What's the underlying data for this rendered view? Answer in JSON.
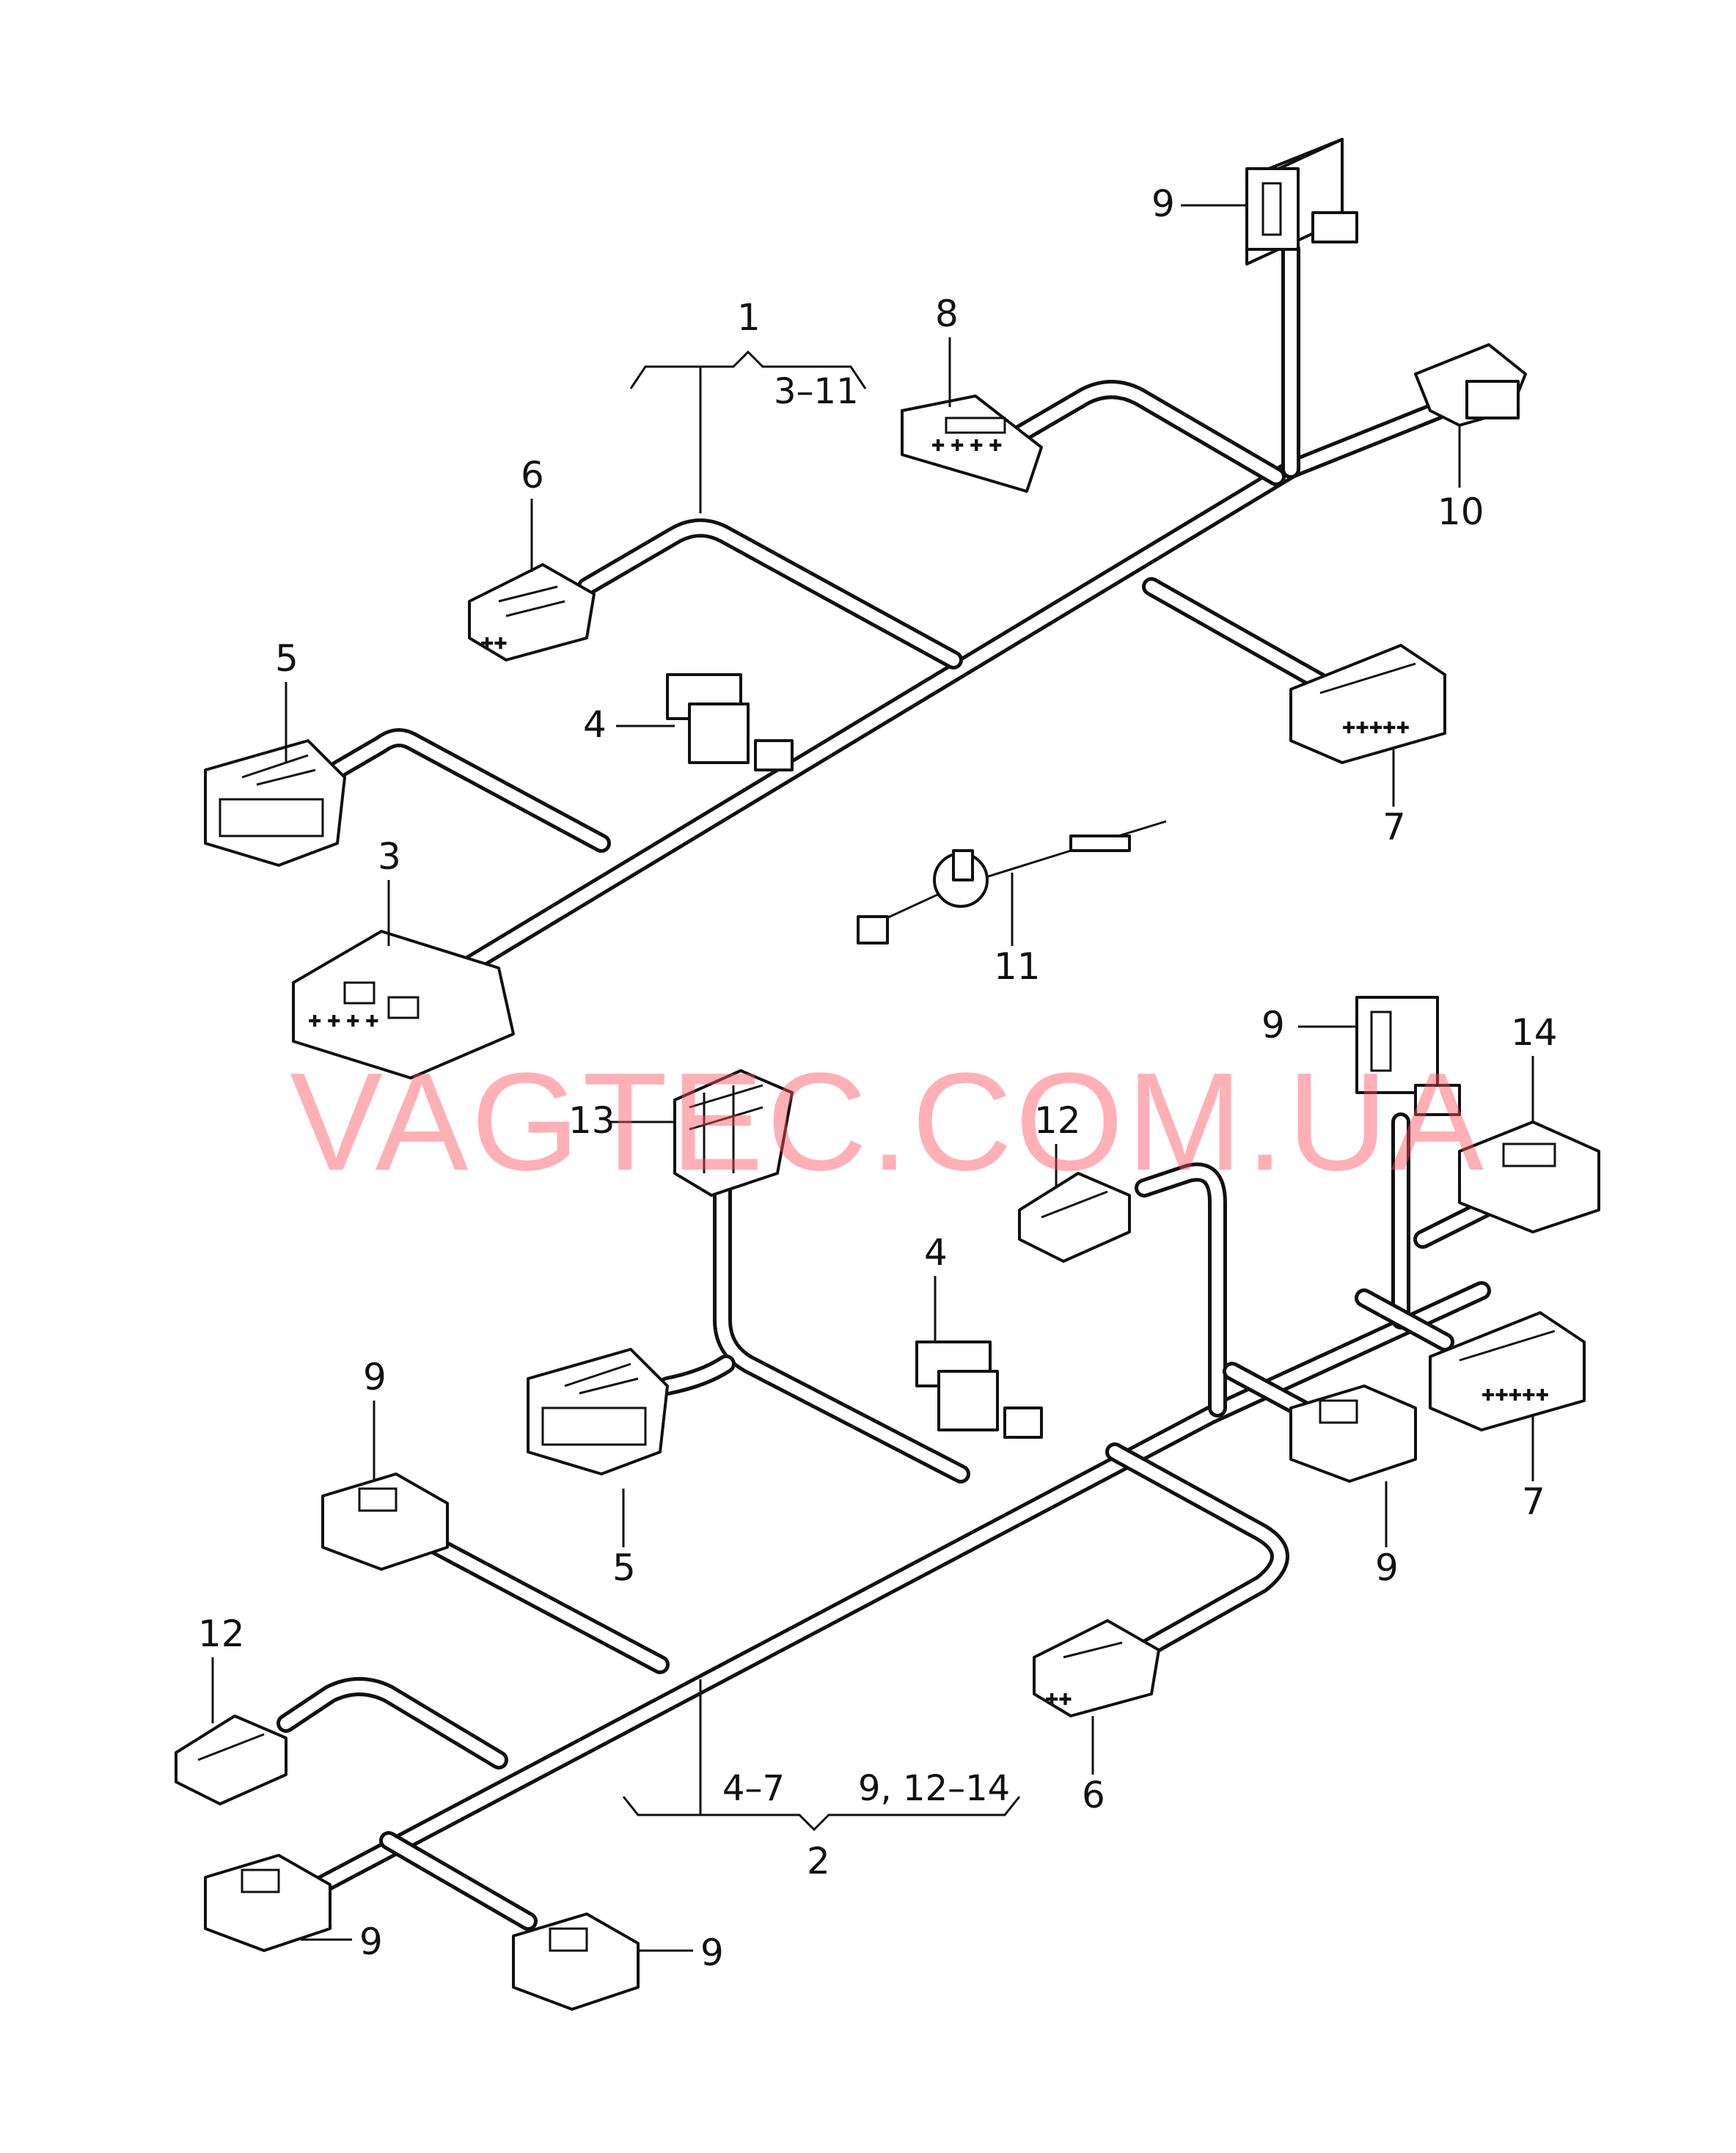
{
  "labels": {
    "l1": "1",
    "l2": "2",
    "r1": "3–11",
    "r2a": "4–7",
    "r2b": "9, 12–14",
    "a3": "3",
    "a4": "4",
    "a5": "5",
    "a6": "6",
    "a7": "7",
    "a8": "8",
    "a9": "9",
    "a10": "10",
    "a11": "11",
    "b4": "4",
    "b5": "5",
    "b6": "6",
    "b7": "7",
    "b9a": "9",
    "b9b": "9",
    "b9c": "9",
    "b9d": "9",
    "b9e": "9",
    "b12a": "12",
    "b12b": "12",
    "b13": "13",
    "b14": "14"
  },
  "watermark": "VAGTEC.COM.UA",
  "colors": {
    "lines": "#111111",
    "watermark": "#ff4d5e",
    "background": "#ffffff"
  }
}
